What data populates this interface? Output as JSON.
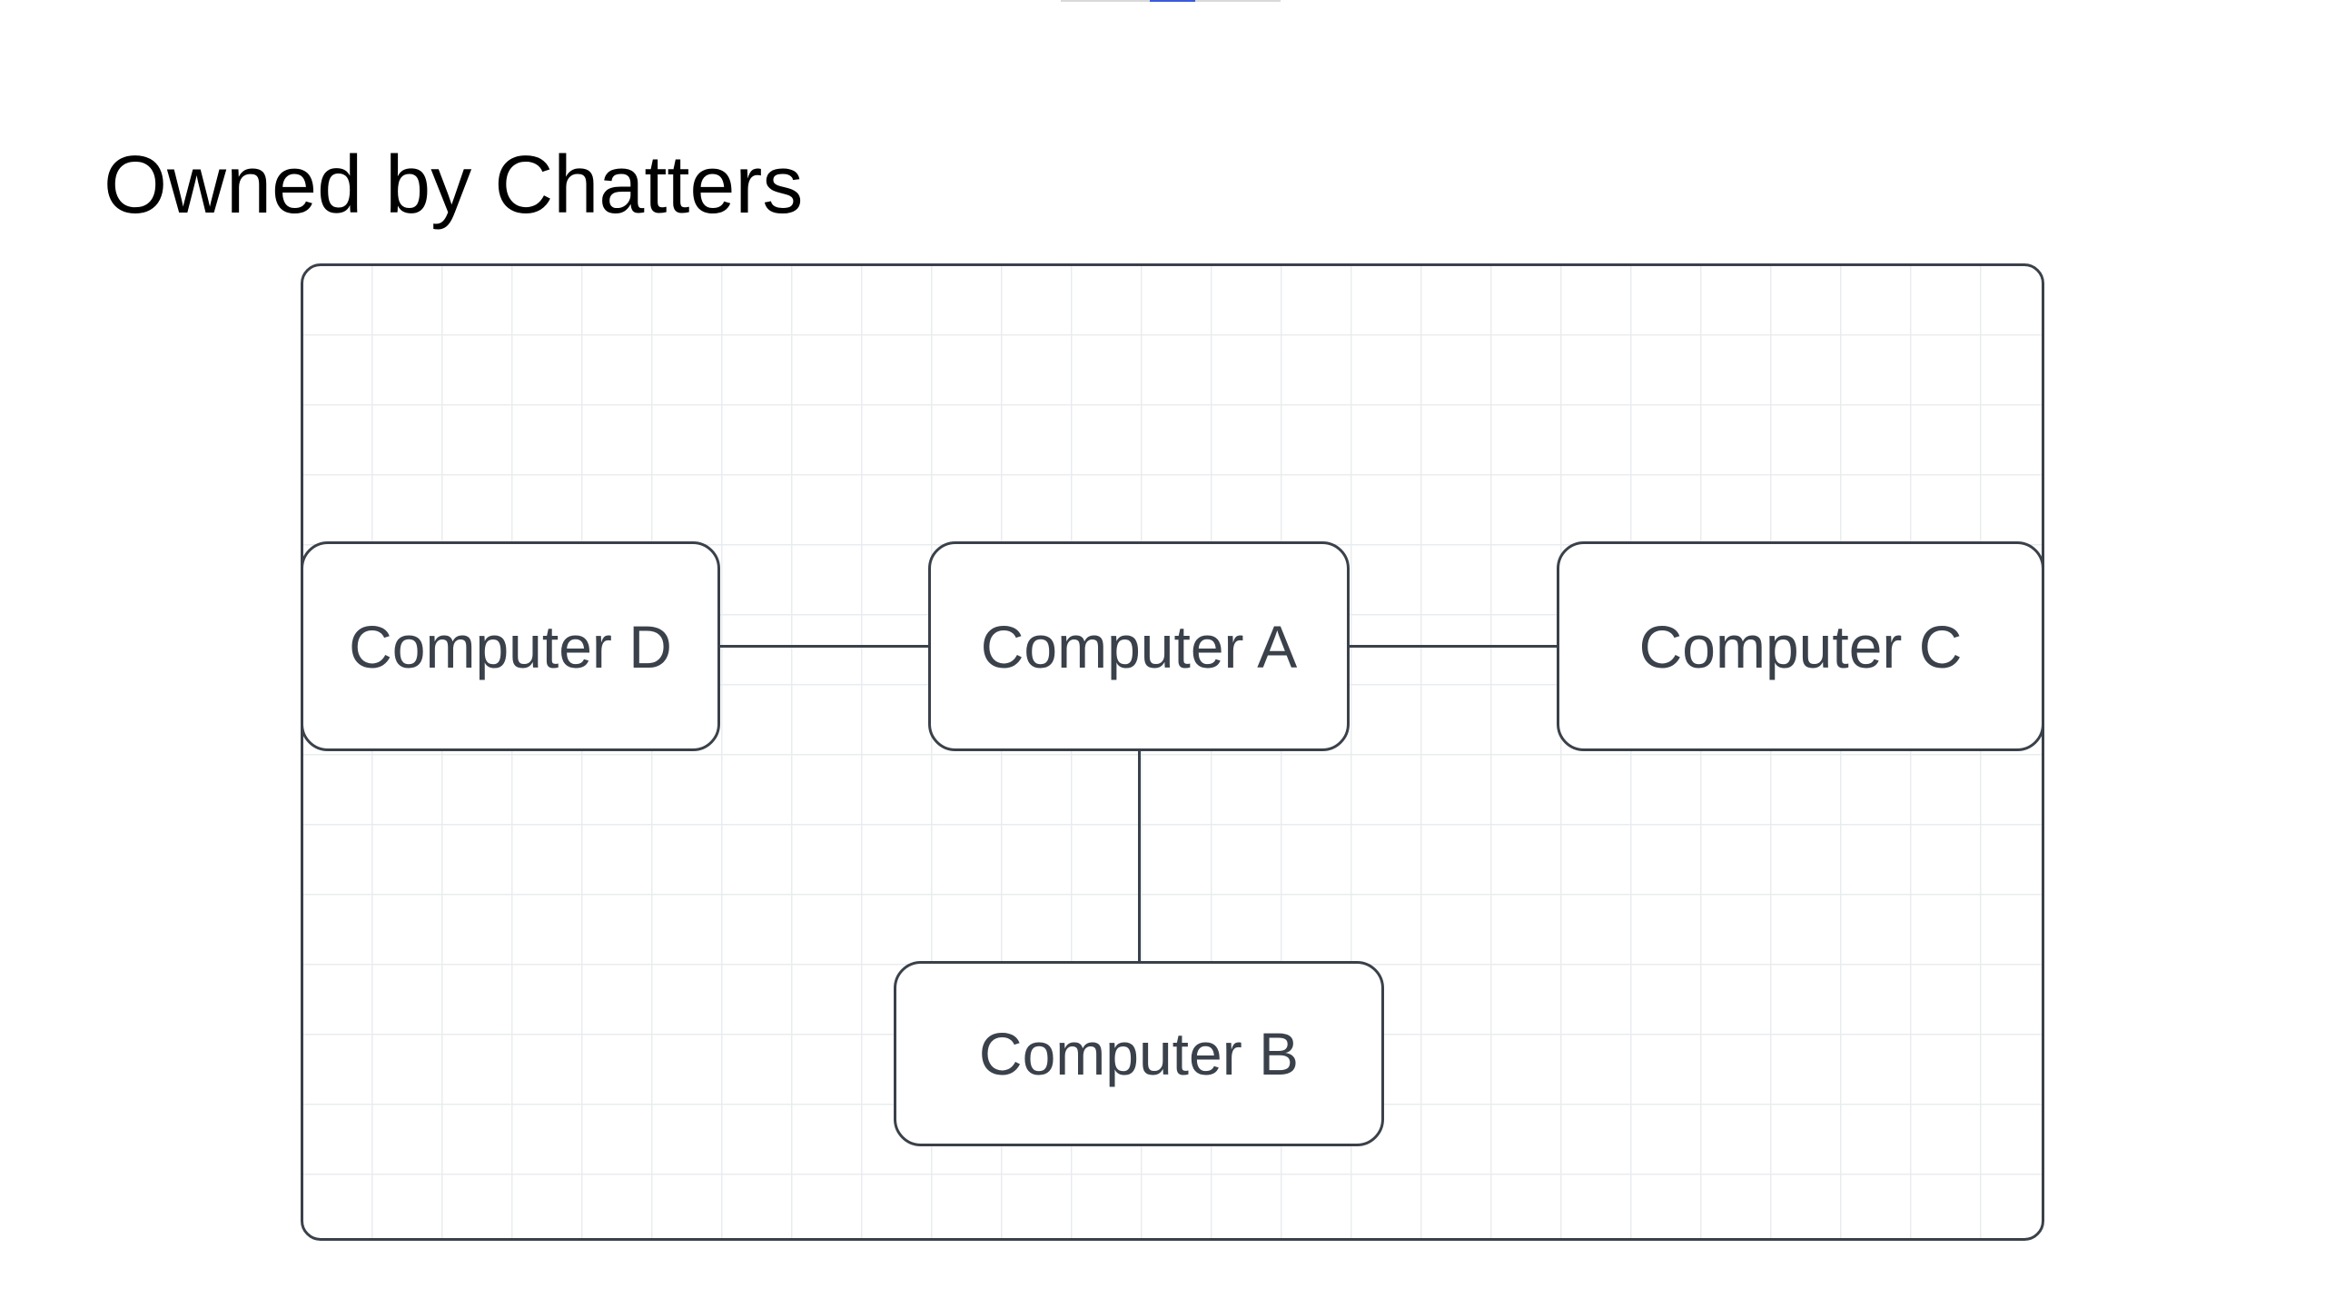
{
  "page": {
    "title": "Owned by Chatters"
  },
  "diagram": {
    "nodes": [
      {
        "id": "d",
        "label": "Computer D"
      },
      {
        "id": "a",
        "label": "Computer A"
      },
      {
        "id": "c",
        "label": "Computer C"
      },
      {
        "id": "b",
        "label": "Computer B"
      }
    ],
    "edges": [
      {
        "from": "d",
        "to": "a"
      },
      {
        "from": "a",
        "to": "c"
      },
      {
        "from": "a",
        "to": "b"
      }
    ],
    "colors": {
      "stroke": "#3a414a",
      "text": "#3a414a",
      "grid": "#e9ecef",
      "background": "#ffffff"
    }
  }
}
